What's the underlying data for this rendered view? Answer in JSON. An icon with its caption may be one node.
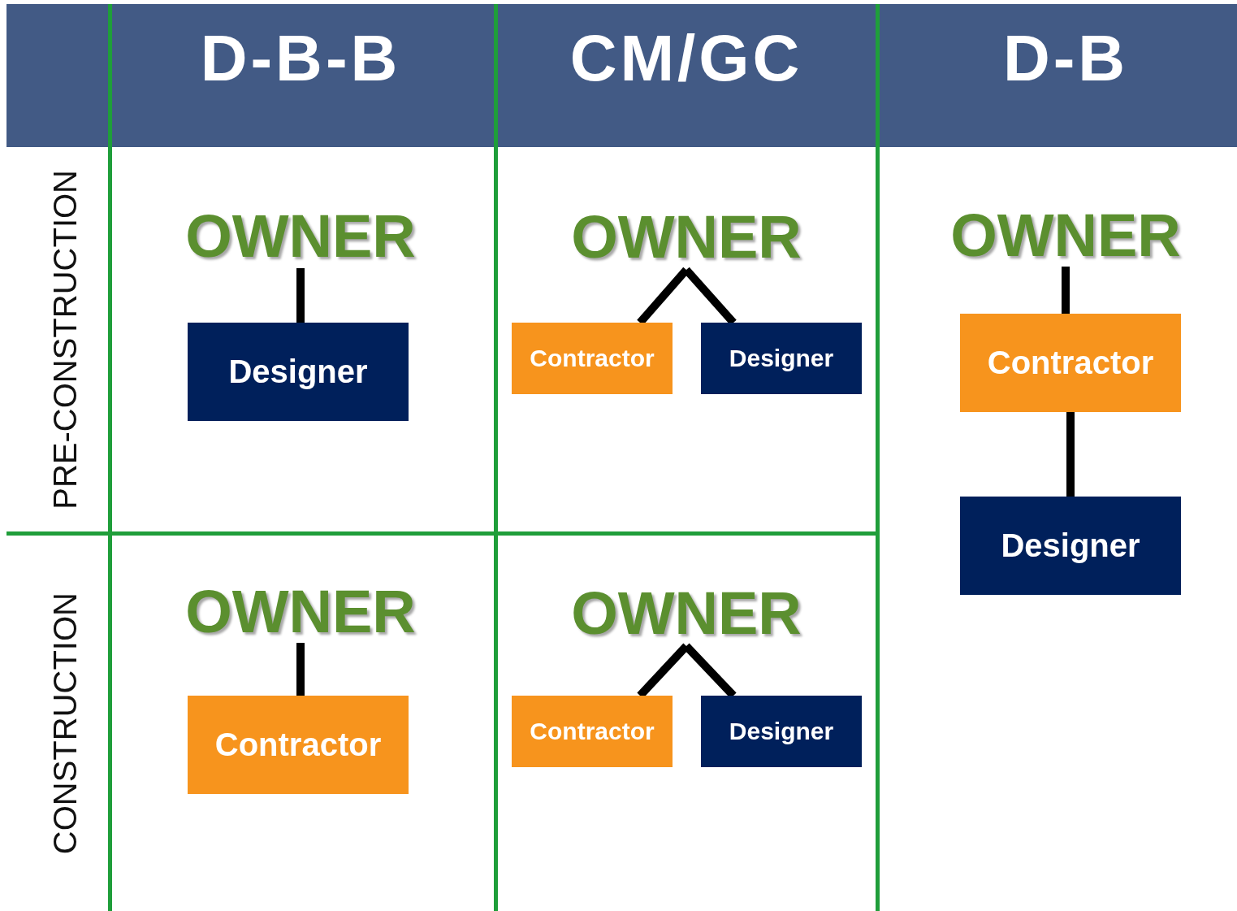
{
  "diagram": {
    "nodes": [
      {
        "text": [
          "OWNER"
        ]
      },
      {
        "text": [
          "Designer"
        ]
      },
      {
        "text": [
          "OWNER"
        ]
      },
      {
        "text": [
          "Contractor"
        ]
      },
      {
        "text": [
          "Designer"
        ]
      },
      {
        "text": [
          "OWNER"
        ]
      },
      {
        "text": [
          "Contractor"
        ]
      },
      {
        "text": [
          "Designer"
        ]
      },
      {
        "text": [
          "OWNER"
        ]
      },
      {
        "text": [
          "Contractor"
        ]
      },
      {
        "text": [
          "OWNER"
        ]
      },
      {
        "text": [
          "Contractor"
        ]
      },
      {
        "text": [
          "Designer"
        ]
      }
    ],
    "edges": [
      {
        "from": 0,
        "to": 1,
        "arrow": "none"
      },
      {
        "from": 2,
        "to": 3,
        "arrow": "none"
      },
      {
        "from": 2,
        "to": 4,
        "arrow": "none"
      },
      {
        "from": 5,
        "to": 6,
        "arrow": "none"
      },
      {
        "from": 6,
        "to": 7,
        "arrow": "none"
      },
      {
        "from": 8,
        "to": 9,
        "arrow": "none"
      },
      {
        "from": 10,
        "to": 11,
        "arrow": "none"
      },
      {
        "from": 10,
        "to": 12,
        "arrow": "none"
      }
    ],
    "labels": [
      "D-B-B",
      "CM/GC",
      "D-B",
      "PRE-CONSTRUCTION",
      "CONSTRUCTION"
    ]
  }
}
